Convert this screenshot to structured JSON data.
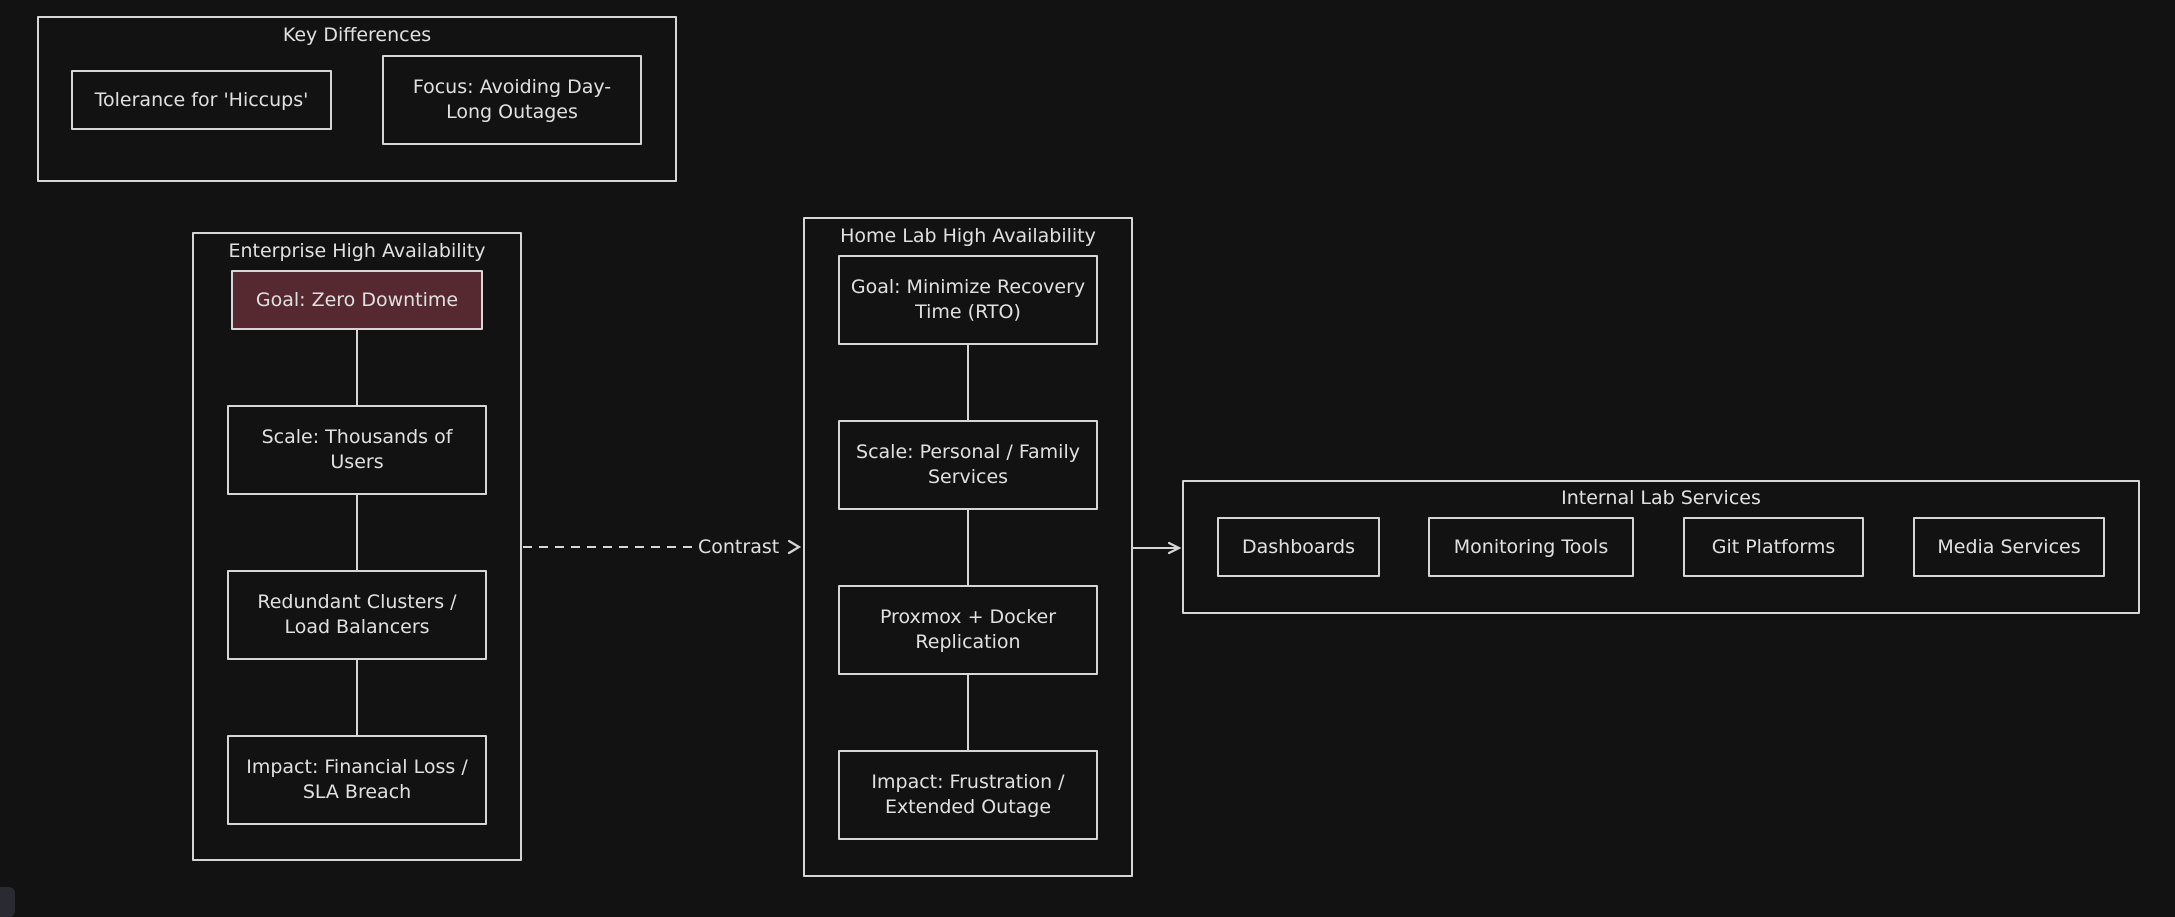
{
  "key_differences": {
    "title": "Key Differences",
    "items": [
      {
        "label": "Tolerance for 'Hiccups'"
      },
      {
        "label": "Focus: Avoiding Day-Long Outages"
      }
    ]
  },
  "enterprise": {
    "title": "Enterprise High Availability",
    "nodes": [
      {
        "label": "Goal: Zero Downtime",
        "highlight": true
      },
      {
        "label": "Scale: Thousands of Users"
      },
      {
        "label": "Redundant Clusters / Load Balancers"
      },
      {
        "label": "Impact: Financial Loss / SLA Breach"
      }
    ]
  },
  "home_lab": {
    "title": "Home Lab High Availability",
    "nodes": [
      {
        "label": "Goal: Minimize Recovery Time (RTO)"
      },
      {
        "label": "Scale: Personal / Family Services"
      },
      {
        "label": "Proxmox + Docker Replication"
      },
      {
        "label": "Impact: Frustration / Extended Outage"
      }
    ]
  },
  "internal_services": {
    "title": "Internal Lab Services",
    "items": [
      {
        "label": "Dashboards"
      },
      {
        "label": "Monitoring Tools"
      },
      {
        "label": "Git Platforms"
      },
      {
        "label": "Media Services"
      }
    ]
  },
  "edges": {
    "contrast_label": "Contrast"
  },
  "colors": {
    "background": "#121212",
    "stroke": "#d6d6d6",
    "text": "#e0e0e0",
    "highlight_fill": "#55292f"
  }
}
